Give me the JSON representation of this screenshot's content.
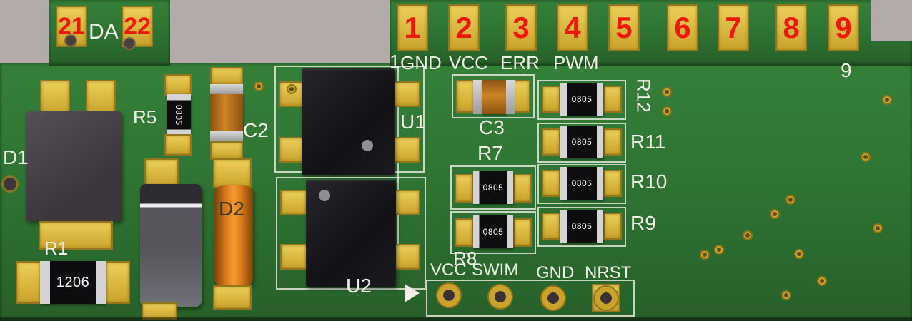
{
  "colors": {
    "background": "#b5aaaa",
    "board": "#2f7433",
    "pad": "#d9b83e",
    "silkscreen": "#f0efe8",
    "red_marking": "#ef1808"
  },
  "top_connector": {
    "tab": {
      "pads": [
        "21",
        "22"
      ],
      "label": "DA"
    },
    "pins": [
      {
        "number": "1",
        "label": "GND"
      },
      {
        "number": "2",
        "label": "VCC"
      },
      {
        "number": "3",
        "label": "ERR"
      },
      {
        "number": "4",
        "label": "PWM"
      },
      {
        "number": "5",
        "label": ""
      },
      {
        "number": "6",
        "label": ""
      },
      {
        "number": "7",
        "label": ""
      },
      {
        "number": "8",
        "label": ""
      },
      {
        "number": "9",
        "label": ""
      }
    ],
    "pin_one_marker": "1",
    "corner_number": "9"
  },
  "components": {
    "d1": {
      "ref": "D1"
    },
    "r1": {
      "ref": "R1",
      "marking": "1206"
    },
    "r5": {
      "ref": "R5",
      "marking": "0805"
    },
    "c2": {
      "ref": "C2"
    },
    "d2": {
      "ref": "D2"
    },
    "u1": {
      "ref": "U1"
    },
    "u2": {
      "ref": "U2"
    },
    "c3": {
      "ref": "C3"
    },
    "r7": {
      "ref": "R7"
    },
    "r8": {
      "ref": "R8"
    },
    "r7_resistors": [
      {
        "marking": "0805"
      },
      {
        "marking": "0805"
      }
    ],
    "r9": {
      "ref": "R9",
      "marking": "0805"
    },
    "r10": {
      "ref": "R10",
      "marking": "0805"
    },
    "r11": {
      "ref": "R11",
      "marking": "0805"
    },
    "r12": {
      "ref": "R12",
      "marking": "0805"
    }
  },
  "program_header": {
    "labels": [
      "VCC",
      "SWIM",
      "GND",
      "NRST"
    ]
  }
}
